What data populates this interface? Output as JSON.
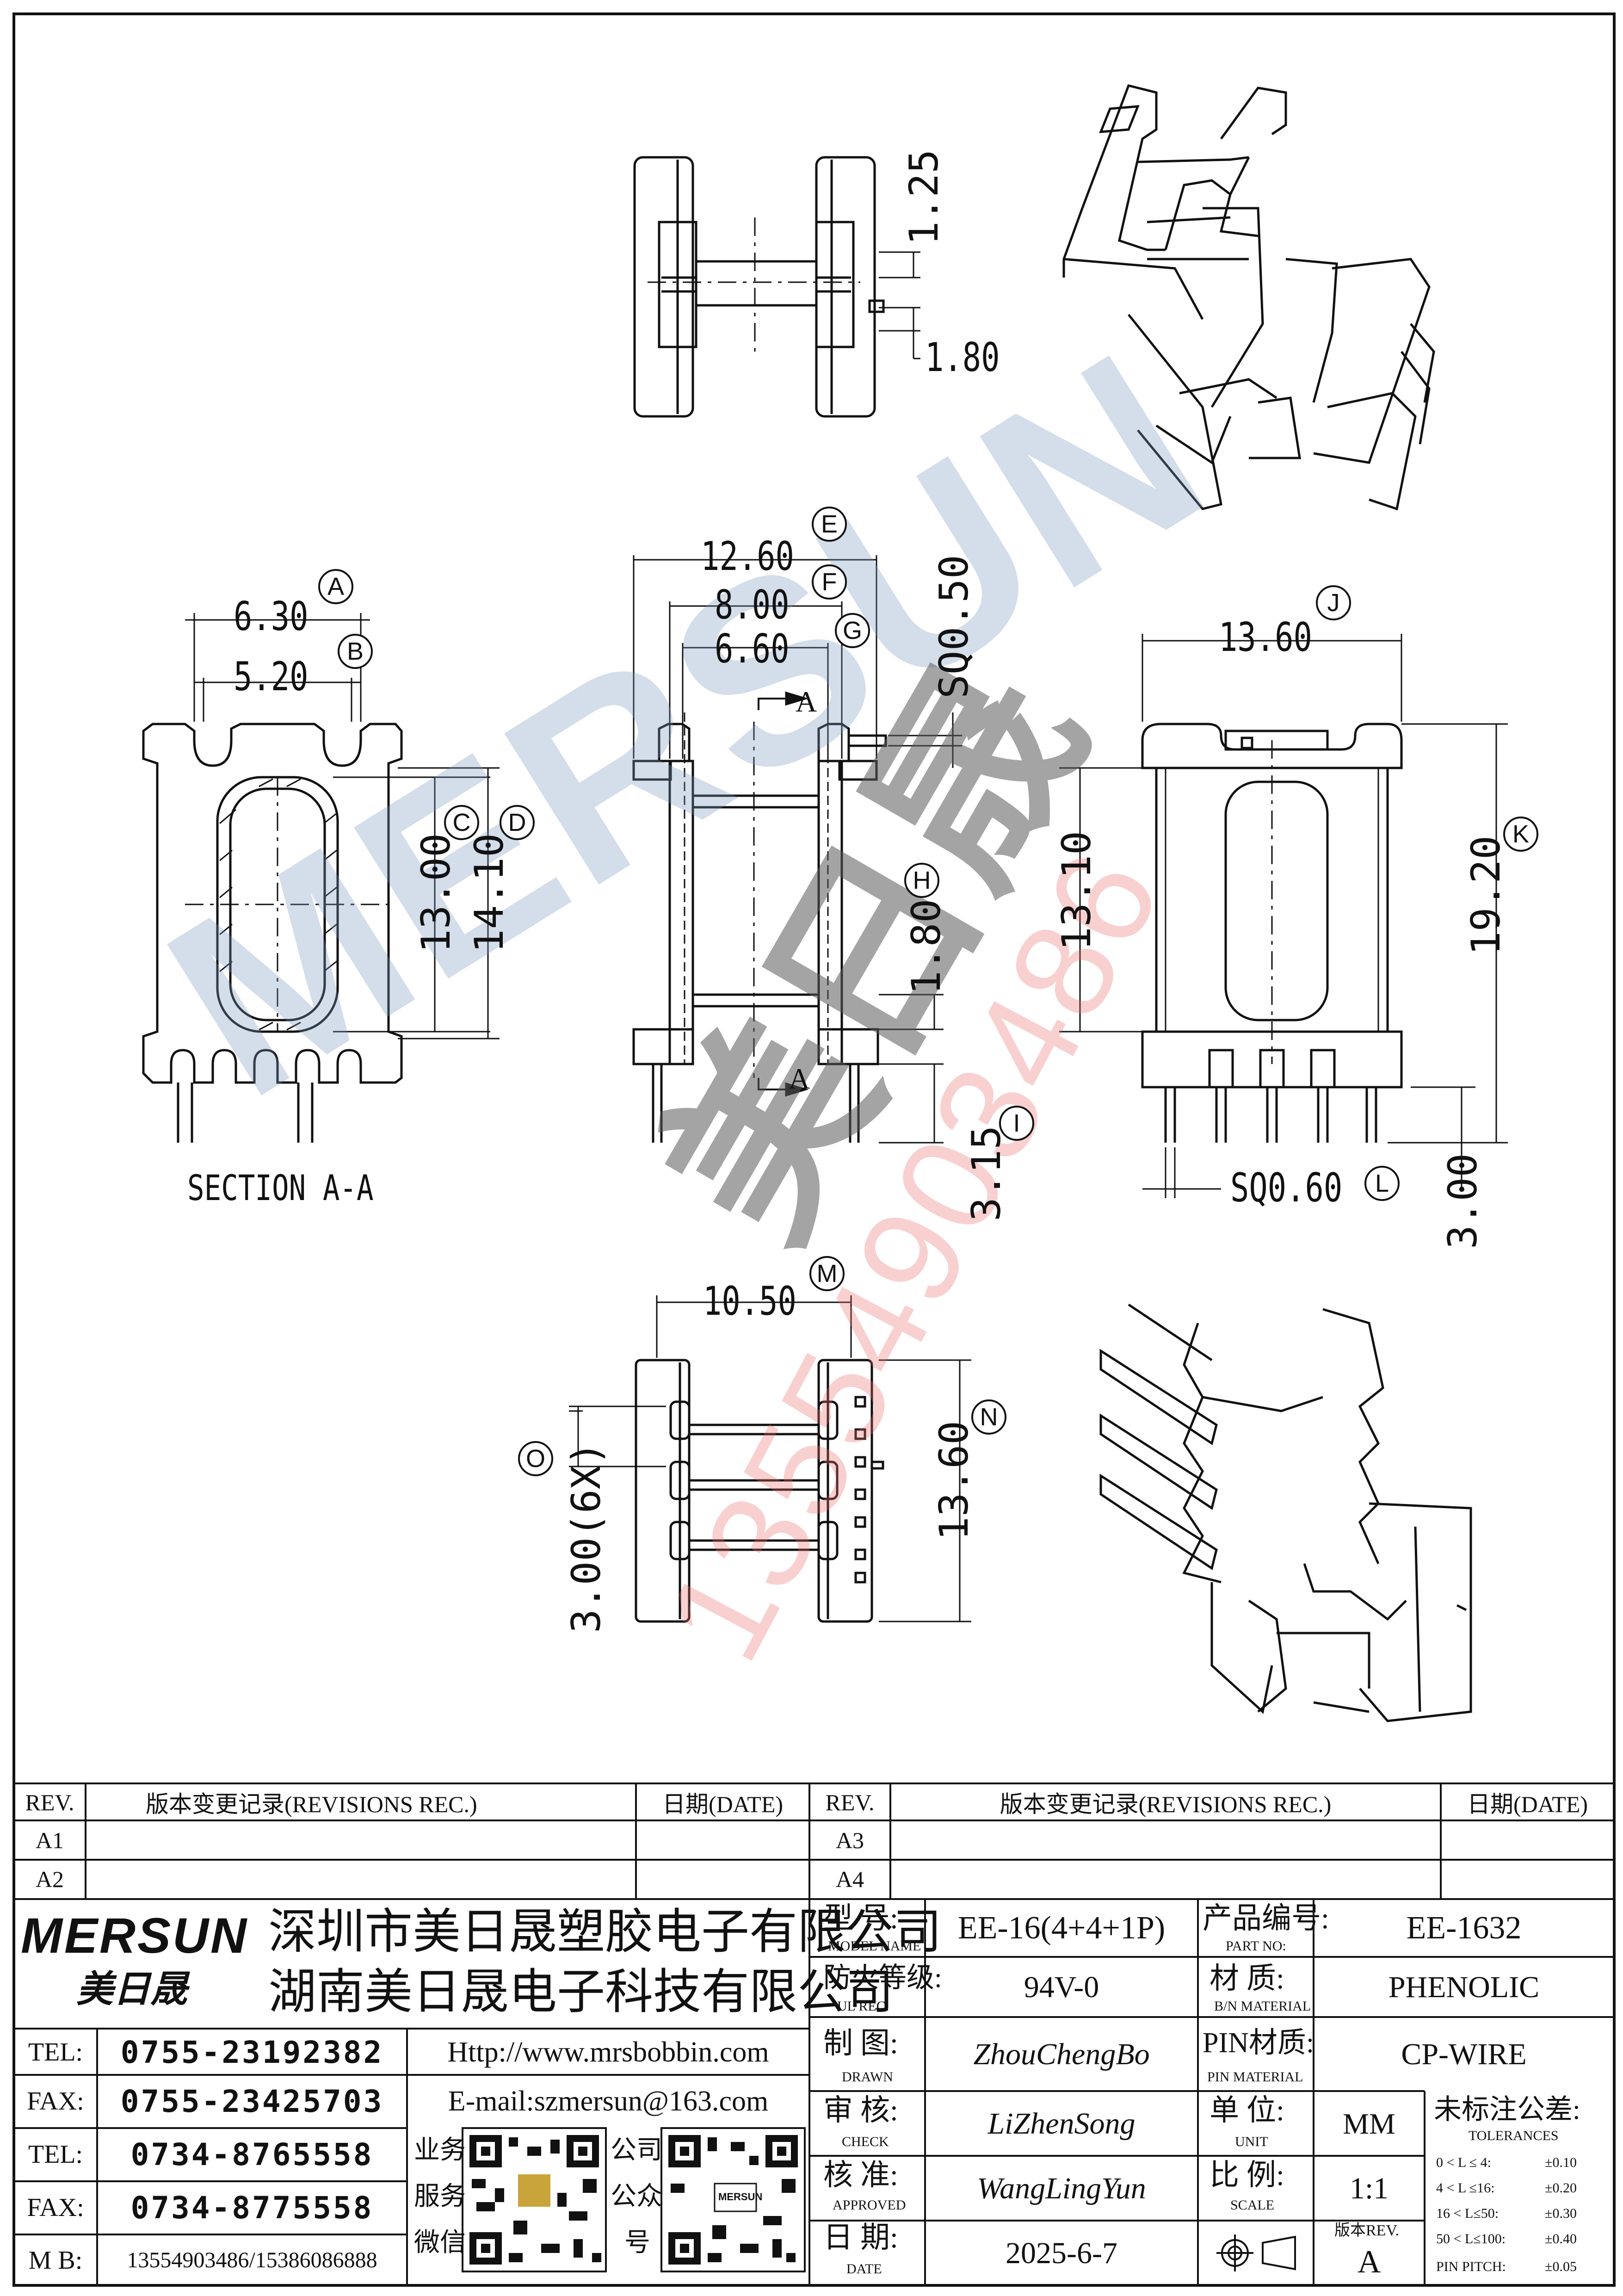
{
  "drawing": {
    "dimensions": {
      "d_1_25": "1.25",
      "d_1_80_top": "1.80",
      "d_6_30": "6.30",
      "d_5_20": "5.20",
      "d_13_00": "13.00",
      "d_14_10": "14.10",
      "d_12_60": "12.60",
      "d_8_00": "8.00",
      "d_6_60": "6.60",
      "d_sq050": "SQ0.50",
      "d_1_80_mid": "1.80",
      "d_3_15": "3.15",
      "d_13_60_top": "13.60",
      "d_13_10": "13.10",
      "d_19_20": "19.20",
      "d_sq060": "SQ0.60",
      "d_3_00": "3.00",
      "d_10_50": "10.50",
      "d_3_00_6x": "3.00(6X)",
      "d_13_60_bot": "13.60"
    },
    "balloons": [
      "A",
      "B",
      "C",
      "D",
      "E",
      "F",
      "G",
      "H",
      "I",
      "J",
      "K",
      "L",
      "M",
      "N",
      "O"
    ],
    "section_label": "SECTION A-A",
    "cut_marks": [
      "A",
      "A"
    ]
  },
  "watermark": {
    "brand_text": "MERSUN",
    "cn_brand": "美日晟",
    "phone": "13554903486"
  },
  "revisions": {
    "left": {
      "header_rev": "REV.",
      "header_rec": "版本变更记录(REVISIONS REC.)",
      "header_date": "日期(DATE)",
      "rows": [
        "A1",
        "A2"
      ]
    },
    "right": {
      "header_rev": "REV.",
      "header_rec": "版本变更记录(REVISIONS REC.)",
      "header_date": "日期(DATE)",
      "rows": [
        "A3",
        "A4"
      ]
    }
  },
  "company": {
    "logo_text": "MERSUN",
    "logo_cn": "美日晟",
    "name_1": "深圳市美日晟塑胶电子有限公司",
    "name_2": "湖南美日晟电子科技有限公司",
    "tel1_label": "TEL:",
    "tel1": "0755-23192382",
    "fax1_label": "FAX:",
    "fax1": "0755-23425703",
    "tel2_label": "TEL:",
    "tel2": "0734-8765558",
    "fax2_label": "FAX:",
    "fax2": "0734-8775558",
    "mb_label": "M B:",
    "mb": "13554903486/15386086888",
    "website": "Http://www.mrsbobbin.com",
    "email": "E-mail:szmersun@163.com",
    "qr1_caption": [
      "业务",
      "服务",
      "微信"
    ],
    "qr2_caption": [
      "公司",
      "公众",
      "号"
    ],
    "qr2_logo": "MERSUN"
  },
  "info": {
    "model_label": "型 号:",
    "model_label_en": "MODEL NAME",
    "model_value": "EE-16(4+4+1P)",
    "part_label": "产品编号:",
    "part_label_en": "PART NO:",
    "part_value": "EE-1632",
    "fire_label": "防火等级:",
    "fire_label_en": "UL REC.",
    "fire_value": "94V-0",
    "material_label": "材 质:",
    "material_label_en": "B/N MATERIAL",
    "material_value": "PHENOLIC",
    "drawn_label": "制 图:",
    "drawn_label_en": "DRAWN",
    "drawn_value": "ZhouChengBo",
    "pin_label": "PIN材质:",
    "pin_label_en": "PIN MATERIAL",
    "pin_value": "CP-WIRE",
    "check_label": "审 核:",
    "check_label_en": "CHECK",
    "check_value": "LiZhenSong",
    "unit_label": "单 位:",
    "unit_label_en": "UNIT",
    "unit_value": "MM",
    "tol_label": "未标注公差:",
    "tol_label_en": "TOLERANCES",
    "approved_label": "核 准:",
    "approved_label_en": "APPROVED",
    "approved_value": "WangLingYun",
    "scale_label": "比 例:",
    "scale_label_en": "SCALE",
    "scale_value": "1:1",
    "date_label": "日 期:",
    "date_label_en": "DATE",
    "date_value": "2025-6-7",
    "version_label": "版本REV.",
    "version_value": "A",
    "tolerances": [
      {
        "range": "0 < L ≤  4:",
        "tol": "±0.10"
      },
      {
        "range": "4 < L ≤16:",
        "tol": "±0.20"
      },
      {
        "range": "16 < L≤50:",
        "tol": "±0.30"
      },
      {
        "range": "50 < L≤100:",
        "tol": "±0.40"
      },
      {
        "range": "PIN PITCH:",
        "tol": "±0.05"
      }
    ]
  }
}
